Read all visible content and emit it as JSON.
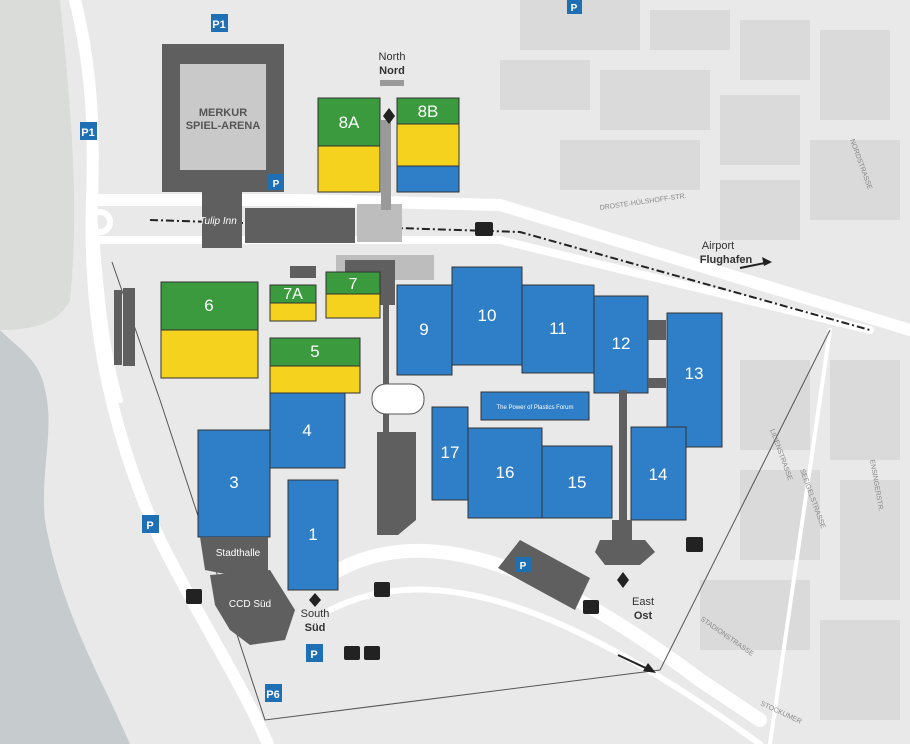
{
  "colors": {
    "background": "#e9e9e9",
    "road": "#ffffff",
    "blue_hall": "#2f7fc8",
    "green_hall": "#3a9a3d",
    "yellow_hall": "#f5d21e",
    "building_dark": "#5f5f5f",
    "arena_inner": "#c9c9c9",
    "parking": "#1f6fb5",
    "water": "#c3c9cc",
    "green_area": "#c7d7bd"
  },
  "arena": {
    "line1": "MERKUR",
    "line2": "SPIEL-ARENA"
  },
  "halls": {
    "h1": "1",
    "h3": "3",
    "h4": "4",
    "h5": "5",
    "h6": "6",
    "h7": "7",
    "h7a": "7A",
    "h8a": "8A",
    "h8b": "8B",
    "h9": "9",
    "h10": "10",
    "h11": "11",
    "h12": "12",
    "h13": "13",
    "h14": "14",
    "h15": "15",
    "h16": "16",
    "h17": "17"
  },
  "forum": "The Power of Plastics Forum",
  "stadthalle": "Stadthalle",
  "ccd": "CCD Süd",
  "hotel": "Tulip Inn",
  "entrances": {
    "north_en": "North",
    "north_de": "Nord",
    "south_en": "South",
    "south_de": "Süd",
    "east_en": "East",
    "east_de": "Ost"
  },
  "airport": {
    "en": "Airport",
    "de": "Flughafen"
  },
  "parking": {
    "p1_top": "P1",
    "p1_left": "P1",
    "p_top": "P",
    "p_arena": "P",
    "p_left": "P",
    "p_south": "P",
    "p_east": "P",
    "p6": "P6"
  },
  "streets": {
    "droste": "DROSTE-HÜLSHOFF-STR.",
    "liliens": "LILIENSTRASSE",
    "seeigel": "SEEIGELSTRASSE",
    "ensinger": "ENSINGERSTR.",
    "stadion": "STADIONSTRASSE",
    "nord": "NORDSTRASSE",
    "stockum": "STOCKUMER"
  }
}
